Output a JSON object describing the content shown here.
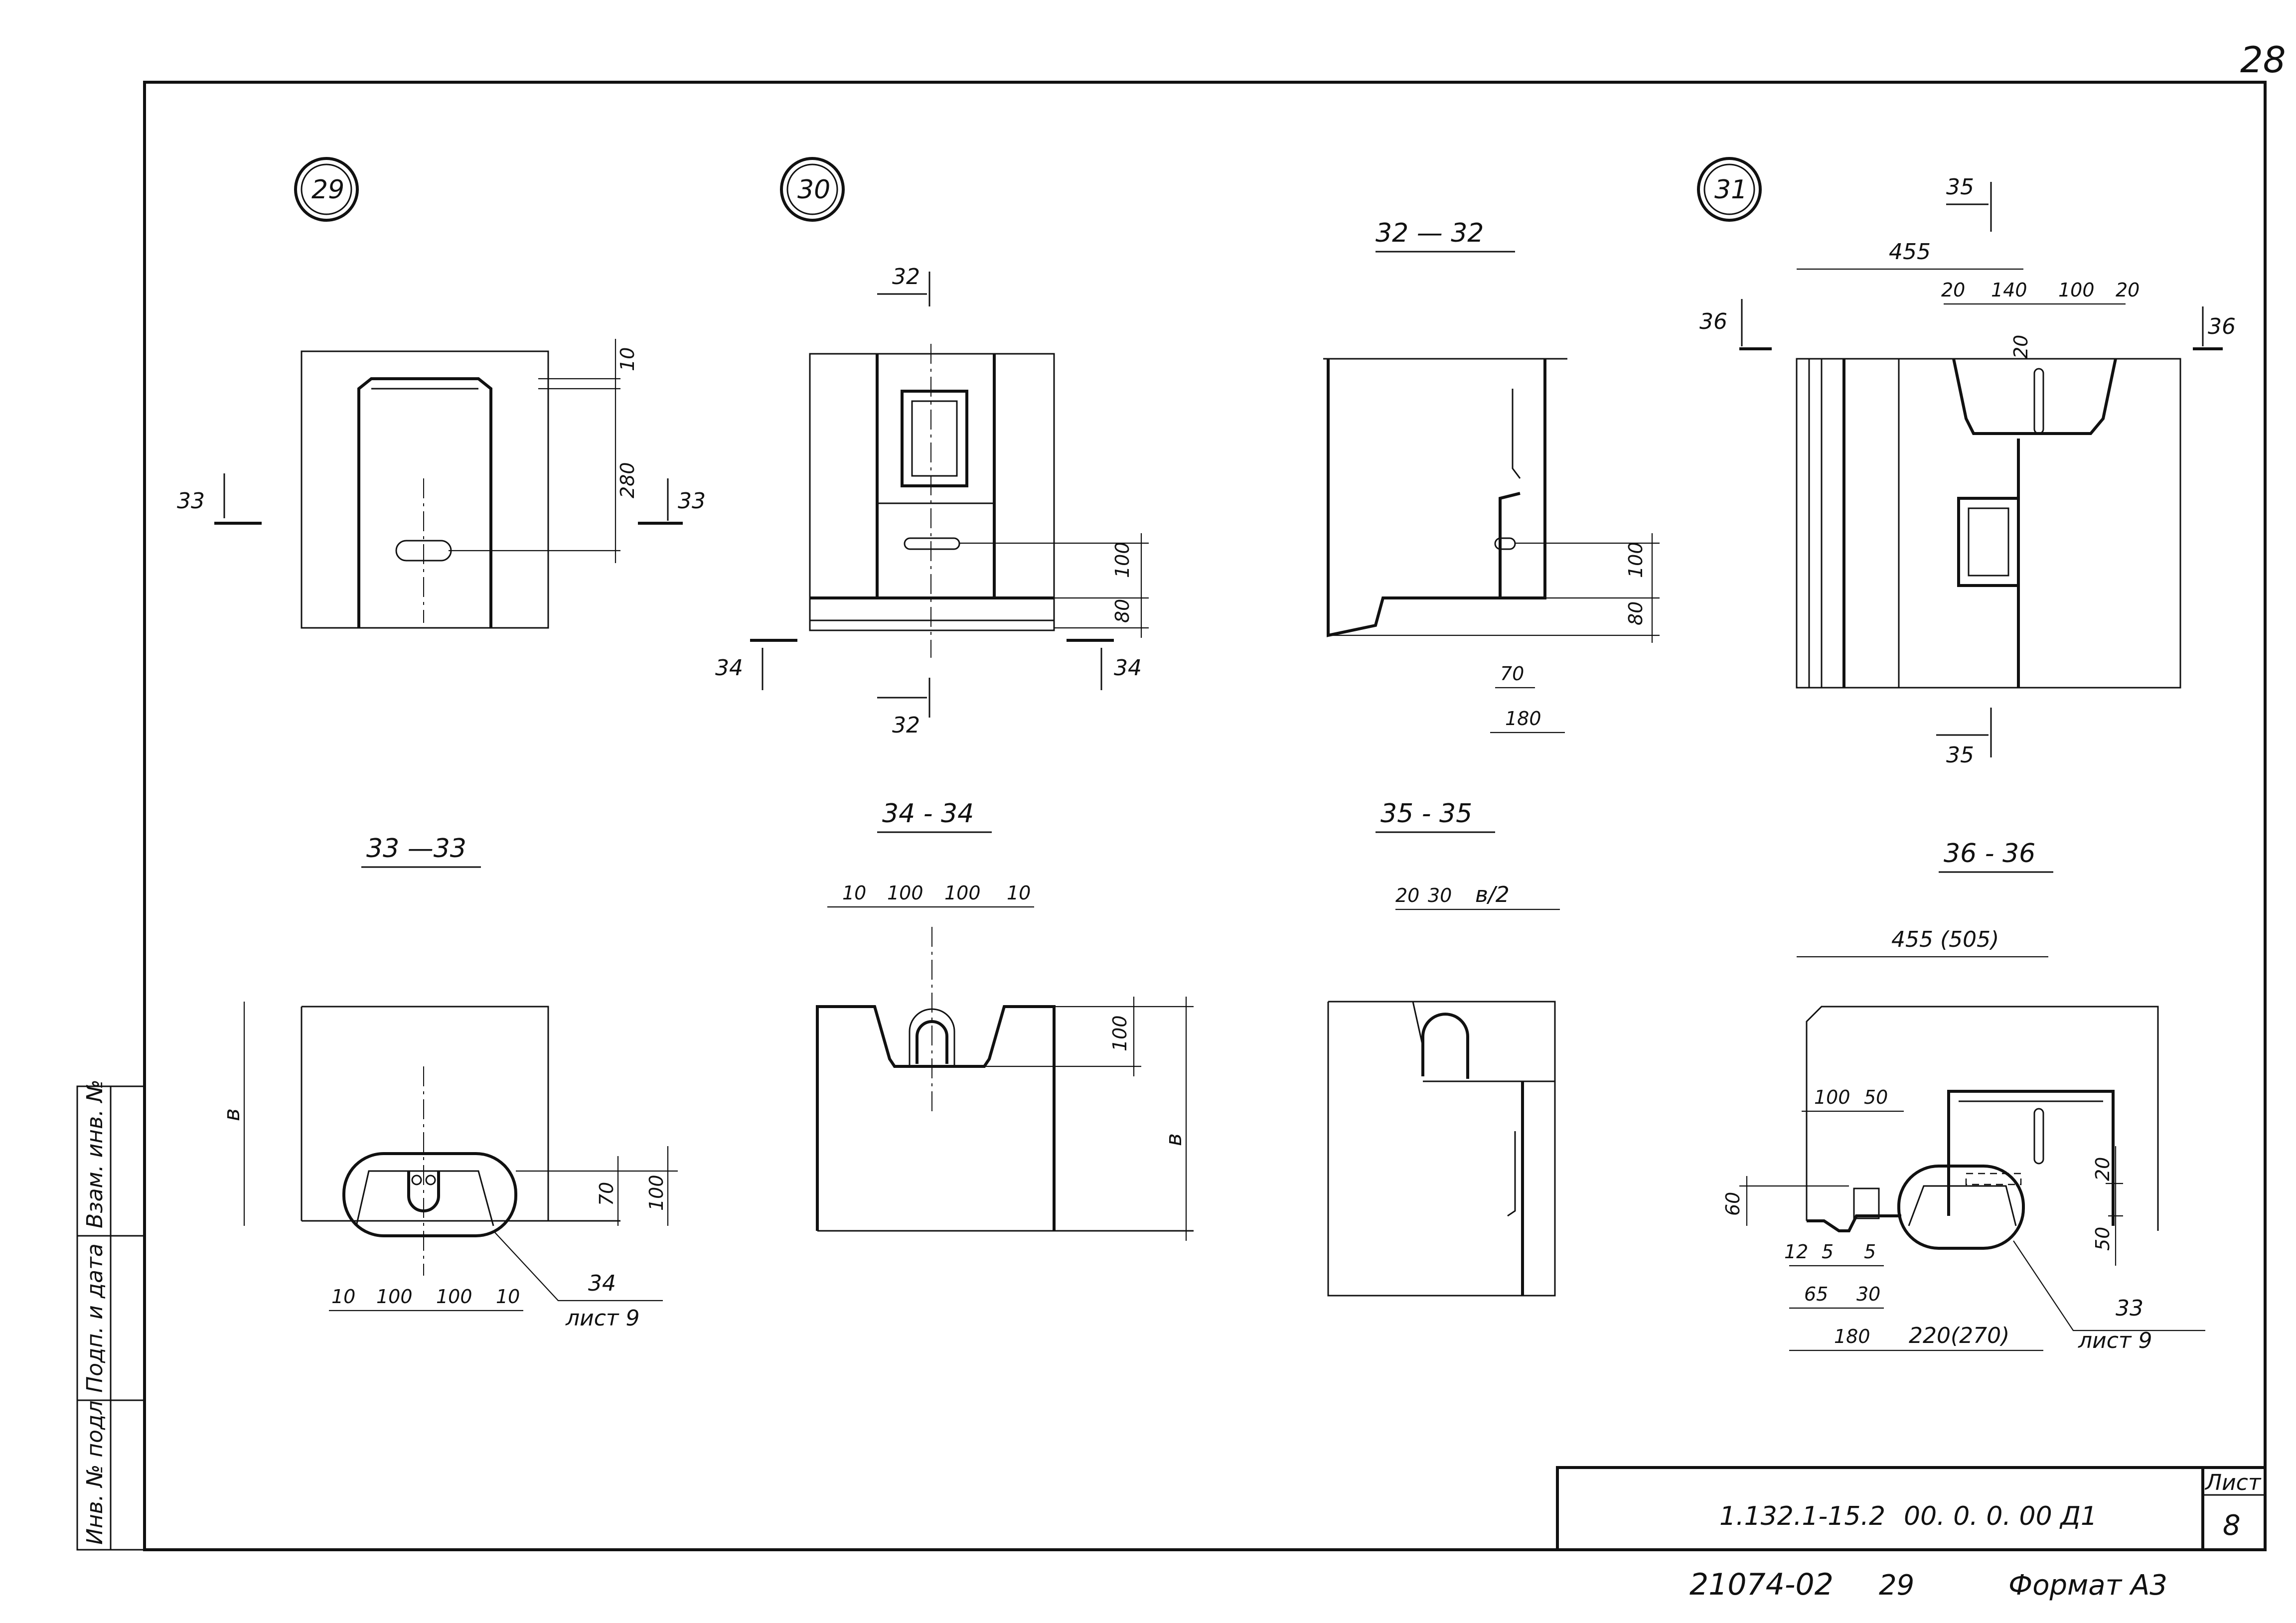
{
  "page_number": "28",
  "callouts": {
    "c29": "29",
    "c30": "30",
    "c31": "31"
  },
  "section_titles": {
    "s32": "32 — 32",
    "s33": "33 —33",
    "s34": "34 - 34",
    "s35": "35 - 35",
    "s36": "36 - 36"
  },
  "cut_marks": {
    "m32": "32",
    "m33": "33",
    "m34": "34",
    "m35": "35",
    "m36": "36"
  },
  "dims": {
    "d10": "10",
    "d280": "280",
    "d100": "100",
    "d80": "80",
    "d70": "70",
    "d180": "180",
    "d455": "455",
    "d20": "20",
    "d140": "140",
    "d455_505": "455 (505)",
    "d50": "50",
    "d60": "60",
    "d12": "12",
    "d5": "5",
    "d65": "65",
    "d30": "30",
    "d220_270": "220(270)",
    "b": "в",
    "b2": "в/2"
  },
  "refs": {
    "r34": "34",
    "sheet9": "лист 9",
    "r33": "33"
  },
  "side_stamp": [
    "Инв. № подл",
    "Подп. и дата",
    "Взам. инв. №"
  ],
  "title_block": {
    "code": "1.132.1-15.2",
    "doc": "00. 0. 0. 00 Д1",
    "sheet_label": "Лист",
    "sheet_number": "8"
  },
  "footer": {
    "order": "21074-02",
    "num": "29",
    "format": "Формат А3"
  }
}
